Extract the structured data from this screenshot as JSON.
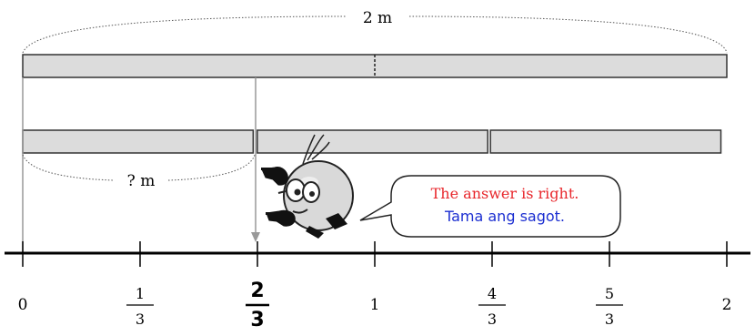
{
  "total_length_label": "2 m",
  "unknown_length_label": "? m",
  "number_line": {
    "ticks": [
      {
        "value": 0,
        "type": "int",
        "text": "0"
      },
      {
        "value": 0.3333,
        "type": "frac",
        "num": "1",
        "den": "3"
      },
      {
        "value": 0.6667,
        "type": "frac",
        "num": "2",
        "den": "3",
        "highlight": true
      },
      {
        "value": 1,
        "type": "int",
        "text": "1"
      },
      {
        "value": 1.3333,
        "type": "frac",
        "num": "4",
        "den": "3"
      },
      {
        "value": 1.6667,
        "type": "frac",
        "num": "5",
        "den": "3"
      },
      {
        "value": 2,
        "type": "int",
        "text": "2"
      }
    ]
  },
  "bars": {
    "whole_halves": 2,
    "thirds_parts": 3
  },
  "speech_bubble": {
    "line1": "The answer is right.",
    "line2": "Tama ang sagot.",
    "line1_color": "#e8262b",
    "line2_color": "#1c2fd1"
  },
  "colors": {
    "bar_fill": "#dcdcdc",
    "bar_stroke": "#333333",
    "arrow": "#999999",
    "axis": "#000000"
  }
}
